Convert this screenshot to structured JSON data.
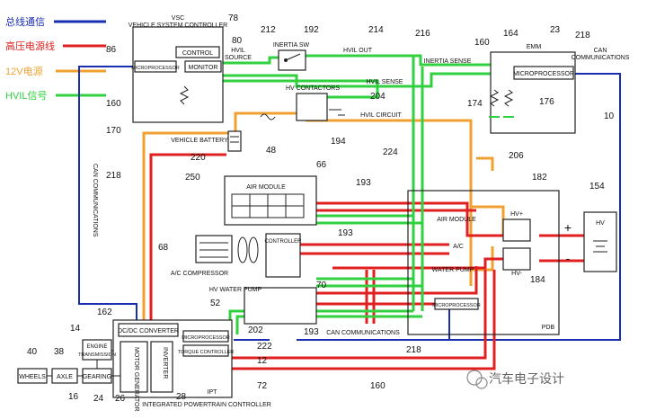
{
  "legend": [
    {
      "label": "总线通信",
      "color": "#1a2fb0"
    },
    {
      "label": "高压电源线",
      "color": "#e02020"
    },
    {
      "label": "12V电源",
      "color": "#f0a030"
    },
    {
      "label": "HVIL信号",
      "color": "#30d040"
    }
  ],
  "blocks": {
    "vsc_title1": "VSC",
    "vsc_title2": "VEHICLE SYSTEM CONTROLLER",
    "vsc_contrl": "CONTROL",
    "vsc_micro": "MICROPROCESSOR",
    "vsc_monitor": "MONITOR",
    "hvil_source": "HVIL\nSOURCE",
    "hvil_source_1": "HVIL",
    "hvil_source_2": "SOURCE",
    "inertia_sw": "INERTIA SW",
    "hvil_out": "HVIL OUT",
    "inertia_sense": "INERTIA SENSE",
    "hvil_sense": "HVIL SENSE",
    "hv_contactors": "HV CONTACTORS",
    "hvil_circuit": "HVIL CIRCUIT",
    "vehicle_battery": "VEHICLE BATTERY",
    "emm_title": "EMM",
    "emm_micro": "MICROPROCESSOR",
    "can_comm_right_1": "CAN",
    "can_comm_right_2": "COMMUNICATIONS",
    "can_comm_left": "CAN COMMUNICATIONS",
    "air_module_left": "AIR MODULE",
    "air_module_right": "AIR MODULE",
    "ac_compressor": "A/C COMPRESSOR",
    "controller": "CONTROLLER",
    "hv_water_pump": "HV WATER PUMP",
    "ac": "A/C",
    "water_pump": "WATER PUMP",
    "pdb_micro": "MICROPROCESSOR",
    "pdb": "PDB",
    "hv_plus": "HV+",
    "hv_minus": "HV-",
    "hv": "HV",
    "can_comm_bottom": "CAN COMMUNICATIONS",
    "dcdc": "DC/DC CONVERTER",
    "ipt_micro": "MICROPROCESSOR",
    "torque_controller": "TORQUE CONTROLLER",
    "motor_generator": "MOTOR GENERATOR",
    "inverter": "INVERTER",
    "engine_transmission_1": "ENGINE",
    "engine_transmission_2": "TRANSMISSION",
    "wheels": "WHEELS",
    "axle": "AXLE",
    "gearing": "GEARING",
    "ipt": "IPT",
    "ipt_title": "INTEGRATED POWERTRAIN CONTROLLER",
    "plus": "+",
    "minus": "-"
  },
  "refs": {
    "r78": "78",
    "r86": "86",
    "r80": "80",
    "r160a": "160",
    "r170": "170",
    "r212": "212",
    "r192": "192",
    "r214": "214",
    "r216": "216",
    "r204": "204",
    "r160b": "160",
    "r164": "164",
    "r23": "23",
    "r218a": "218",
    "r174": "174",
    "r176": "176",
    "r10": "10",
    "r48": "48",
    "r194": "194",
    "r224": "224",
    "r220": "220",
    "r250": "250",
    "r218b": "218",
    "r66": "66",
    "r193a": "193",
    "r206": "206",
    "r182": "182",
    "r154": "154",
    "r68": "68",
    "r193b": "193",
    "r70": "70",
    "r52": "52",
    "r184": "184",
    "r162": "162",
    "r202": "202",
    "r193c": "193",
    "r218c": "218",
    "r14": "14",
    "r222": "222",
    "r12": "12",
    "r72": "72",
    "r40": "40",
    "r38": "38",
    "r16": "16",
    "r24": "24",
    "r26": "26",
    "r28": "28",
    "r160c": "160"
  },
  "watermark": "汽车电子设计"
}
